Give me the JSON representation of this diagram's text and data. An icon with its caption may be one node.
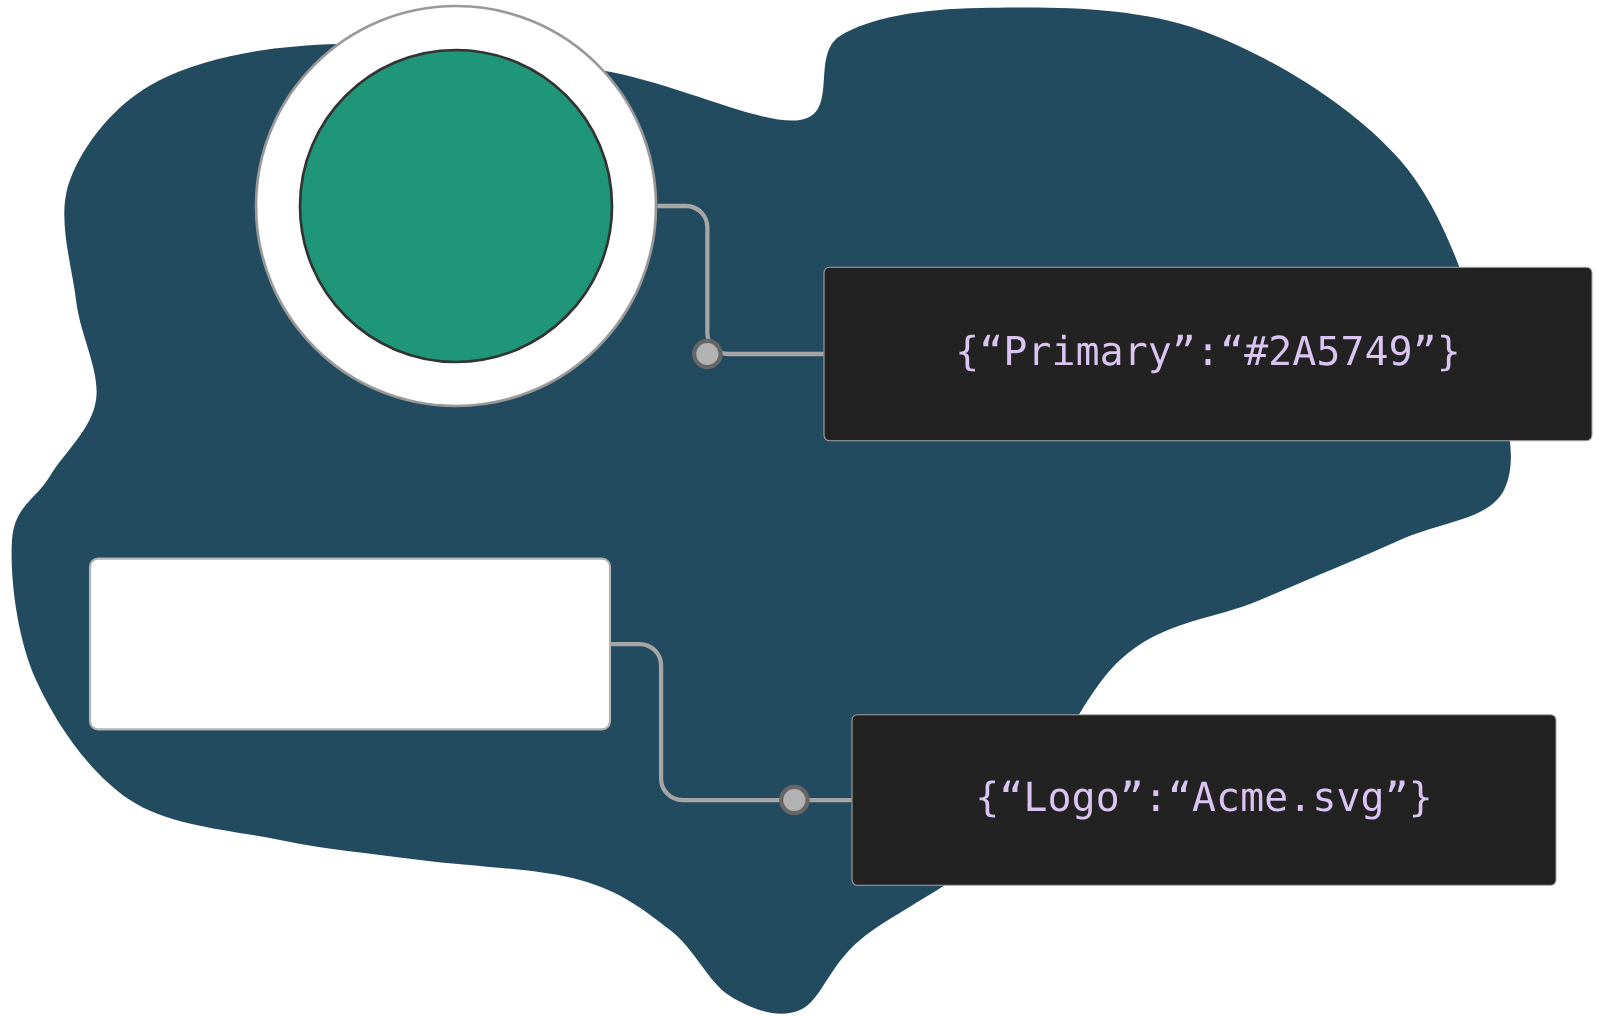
{
  "diagram": {
    "nodes": [
      {
        "text": [],
        "shape": "circle"
      },
      {
        "text": [
          "{“Primary”:“#2A5749”}"
        ]
      },
      {
        "text": [],
        "shape": "box"
      },
      {
        "text": [
          "{“Logo”:“Acme.svg”}"
        ]
      }
    ],
    "edges": [
      {
        "from": 0,
        "to": 1,
        "arrow": "none"
      },
      {
        "from": 2,
        "to": 3,
        "arrow": "none"
      }
    ]
  }
}
